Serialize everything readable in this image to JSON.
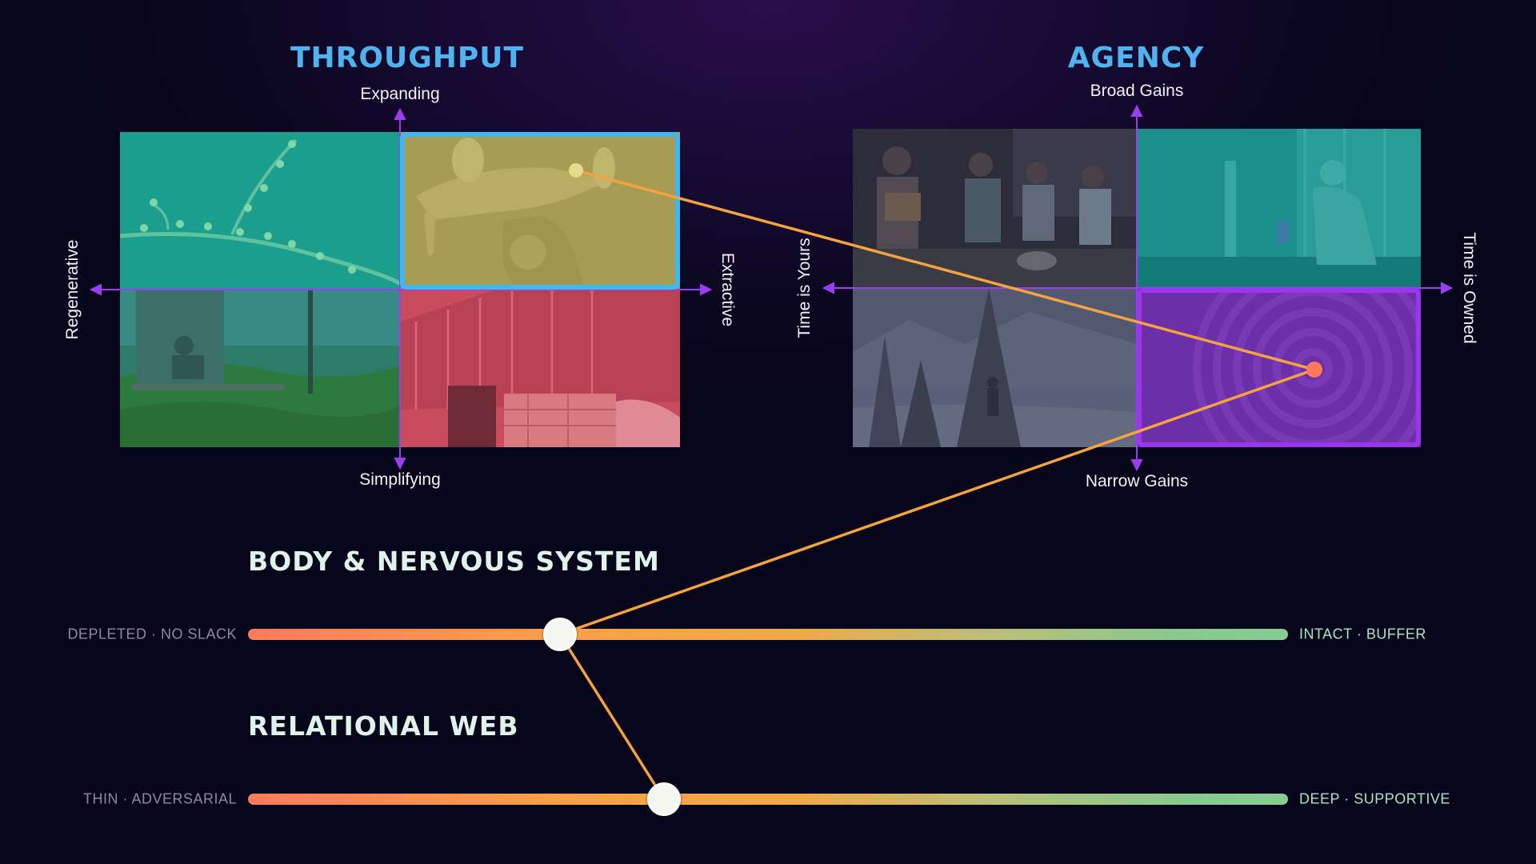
{
  "throughput": {
    "title": "THROUGHPUT",
    "axis_top": "Expanding",
    "axis_bottom": "Simplifying",
    "axis_left": "Regenerative",
    "axis_right": "Extractive",
    "selected_quadrant": "top-right"
  },
  "agency": {
    "title": "AGENCY",
    "axis_top": "Broad Gains",
    "axis_bottom": "Narrow Gains",
    "axis_left": "Time is Yours",
    "axis_right": "Time is Owned",
    "selected_quadrant": "bottom-right"
  },
  "body": {
    "title": "BODY & NERVOUS SYSTEM",
    "left_label": "DEPLETED · NO SLACK",
    "right_label": "INTACT · BUFFER",
    "value": 0.3
  },
  "relational": {
    "title": "RELATIONAL WEB",
    "left_label": "THIN · ADVERSARIAL",
    "right_label": "DEEP · SUPPORTIVE",
    "value": 0.4
  },
  "colors": {
    "panel_title": "#4fb3f0",
    "axis": "#9b3df0",
    "throughput_highlight": "#3fb8f0",
    "agency_highlight": "#9b35f0",
    "connector": "#f4a340"
  }
}
